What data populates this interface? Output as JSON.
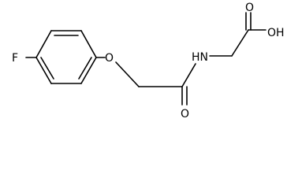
{
  "structure": {
    "atoms": {
      "fluorine": "F",
      "ether_oxygen": "O",
      "amide_nitrogen": "HN",
      "carbonyl_oxygen": "O",
      "acid_carbonyl_oxygen": "O",
      "hydroxyl": "OH"
    }
  }
}
